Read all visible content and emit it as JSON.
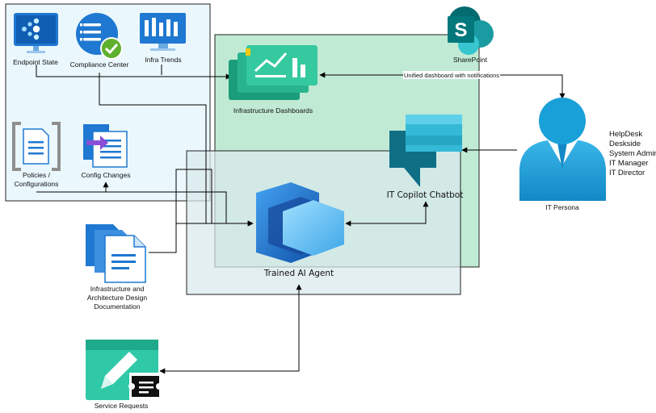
{
  "colors": {
    "monitoring_panel": "#eaf7fc",
    "dashboard_panel": "#b5e6cc",
    "agent_panel": "#dae9ec",
    "azure_blue": "#1f78d1",
    "sharepoint_teal": "#03787c",
    "persona_blue": "#1aa0d8",
    "chat_teal": "#34b9d7",
    "service_green": "#2fc9a8"
  },
  "nodes": {
    "endpoint_state": {
      "label": "Endpoint State"
    },
    "compliance_center": {
      "label": "Compliance Center"
    },
    "infra_trends": {
      "label": "Infra Trends"
    },
    "policies": {
      "label_lines": [
        "Policies /",
        "Configurations"
      ]
    },
    "config_changes": {
      "label": "Config Changes"
    },
    "sharepoint": {
      "label": "SharePoint",
      "logo_letter": "S"
    },
    "infra_dashboards": {
      "label": "Infrastructure Dashboards"
    },
    "copilot_chatbot": {
      "label": "IT Copilot Chatbot"
    },
    "ai_agent": {
      "label": "Trained AI Agent"
    },
    "it_persona": {
      "label": "IT Persona",
      "roles": [
        "HelpDesk",
        "Deskside",
        "System Admin",
        "IT Manager",
        "IT Director"
      ]
    },
    "design_docs": {
      "label_lines": [
        "Infrastructure and",
        "Architecture Design",
        "Documentation"
      ]
    },
    "service_requests": {
      "label": "Service Requests"
    }
  },
  "edges": {
    "unified_dashboard": {
      "label": "Unified dashboard with notifications"
    }
  }
}
